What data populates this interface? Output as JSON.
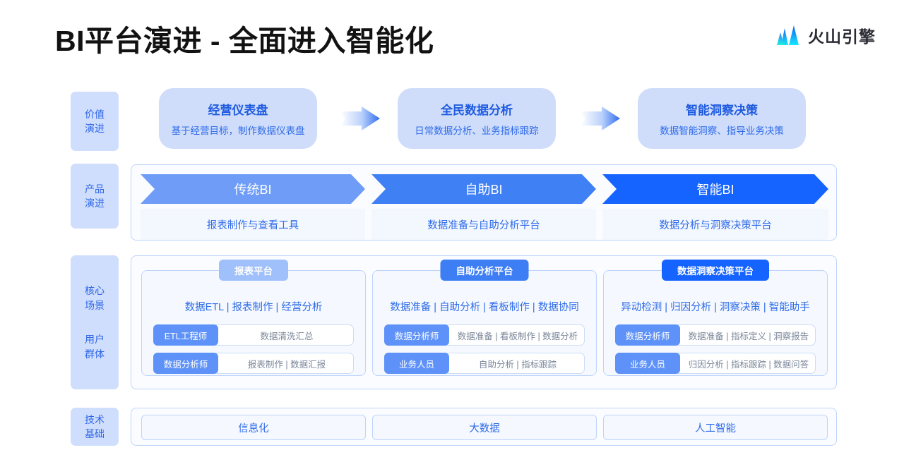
{
  "header": {
    "title": "BI平台演进 - 全面进入智能化",
    "logo_text": "火山引擎",
    "logo_icon": "volcano-mountain-icon"
  },
  "rail": [
    {
      "line1": "价值",
      "line2": "演进"
    },
    {
      "line1": "产品",
      "line2": "演进"
    },
    {
      "line1": "核心",
      "line2": "场景",
      "line3": "用户",
      "line4": "群体"
    },
    {
      "line1": "技术",
      "line2": "基础"
    }
  ],
  "value_stage": {
    "cards": [
      {
        "title": "经营仪表盘",
        "desc": "基于经营目标，制作数据仪表盘"
      },
      {
        "title": "全民数据分析",
        "desc": "日常数据分析、业务指标跟踪"
      },
      {
        "title": "智能洞察决策",
        "desc": "数据智能洞察、指导业务决策"
      }
    ],
    "arrow_icon": "right-arrow-icon"
  },
  "product_stage": {
    "items": [
      {
        "name": "传统BI",
        "desc": "报表制作与查看工具",
        "color": "#6e9cf7"
      },
      {
        "name": "自助BI",
        "desc": "数据准备与自助分析平台",
        "color": "#4080f5"
      },
      {
        "name": "智能BI",
        "desc": "数据分析与洞察决策平台",
        "color": "#1664ff"
      }
    ]
  },
  "core_scenarios": {
    "panels": [
      {
        "tab": "报表平台",
        "tab_color": "#9fc0fa",
        "scenarios": "数据ETL | 报表制作 | 经营分析",
        "roles": [
          {
            "name": "ETL工程师",
            "tasks": "数据清洗汇总"
          },
          {
            "name": "数据分析师",
            "tasks": "报表制作 | 数据汇报"
          }
        ]
      },
      {
        "tab": "自助分析平台",
        "tab_color": "#3d7ef5",
        "scenarios": "数据准备 | 自助分析 | 看板制作 | 数据协同",
        "roles": [
          {
            "name": "数据分析师",
            "tasks": "数据准备 | 看板制作 | 数据分析"
          },
          {
            "name": "业务人员",
            "tasks": "自助分析 | 指标跟踪"
          }
        ]
      },
      {
        "tab": "数据洞察决策平台",
        "tab_color": "#1664ff",
        "scenarios": "异动检测 | 归因分析 | 洞察决策 | 智能助手",
        "roles": [
          {
            "name": "数据分析师",
            "tasks": "数据准备 | 指标定义 | 洞察报告"
          },
          {
            "name": "业务人员",
            "tasks": "归因分析 | 指标跟踪 | 数据问答"
          }
        ]
      }
    ]
  },
  "tech_base": {
    "items": [
      "信息化",
      "大数据",
      "人工智能"
    ]
  },
  "colors": {
    "accent": "#1664ff",
    "accent_mid": "#4080f5",
    "accent_light": "#6e9cf7",
    "rail_bg": "#cfdefc",
    "card_bg": "#cfddfb",
    "panel_border": "#bed4fb",
    "text_blue": "#2f6be8"
  }
}
